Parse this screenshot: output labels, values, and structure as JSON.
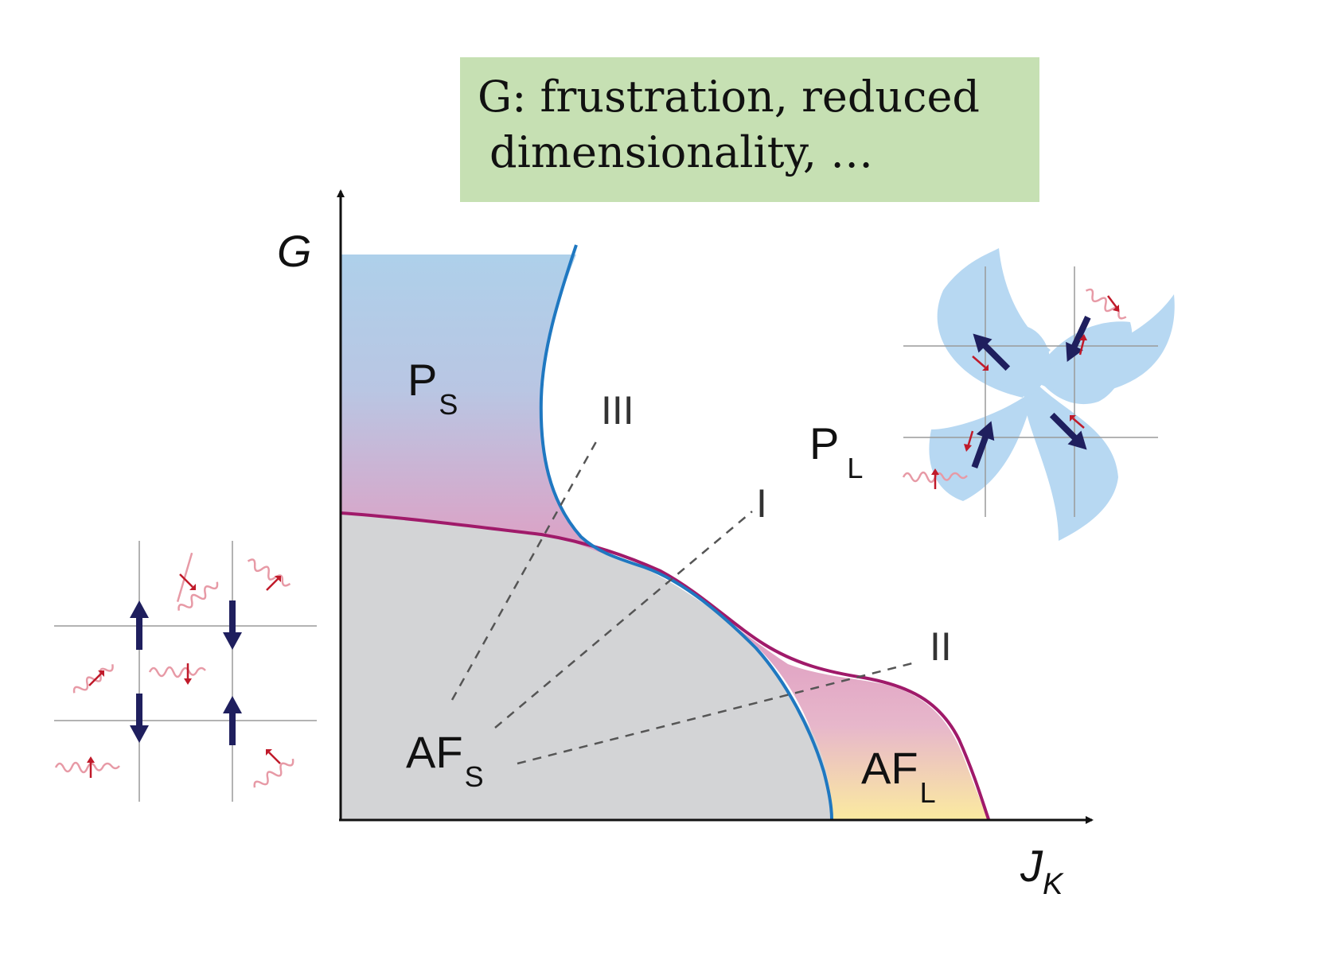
{
  "banner": {
    "line1": "G: frustration, reduced",
    "line2": "dimensionality, …",
    "color": "#c6e0b3"
  },
  "axes": {
    "y_label": "G",
    "x_label": "J",
    "x_label_sub": "K"
  },
  "regions": {
    "ps": {
      "main": "P",
      "sub": "S"
    },
    "pl": {
      "main": "P",
      "sub": "L"
    },
    "afs": {
      "main": "AF",
      "sub": "S"
    },
    "afl": {
      "main": "AF",
      "sub": "L"
    }
  },
  "paths": {
    "i": "I",
    "ii": "II",
    "iii": "III"
  },
  "colors": {
    "blue_line": "#1f78c1",
    "purple_line": "#a01a6a",
    "gray_region": "#d3d4d6",
    "blue_region": "#a9cdea",
    "pink_region": "#dea2c3",
    "yellow_region": "#fbe8a0",
    "spin_arrow": "#1f1f5e",
    "small_arrow": "#c01a2a",
    "wave": "#e79aa6",
    "cloud": "#9fcbee"
  }
}
